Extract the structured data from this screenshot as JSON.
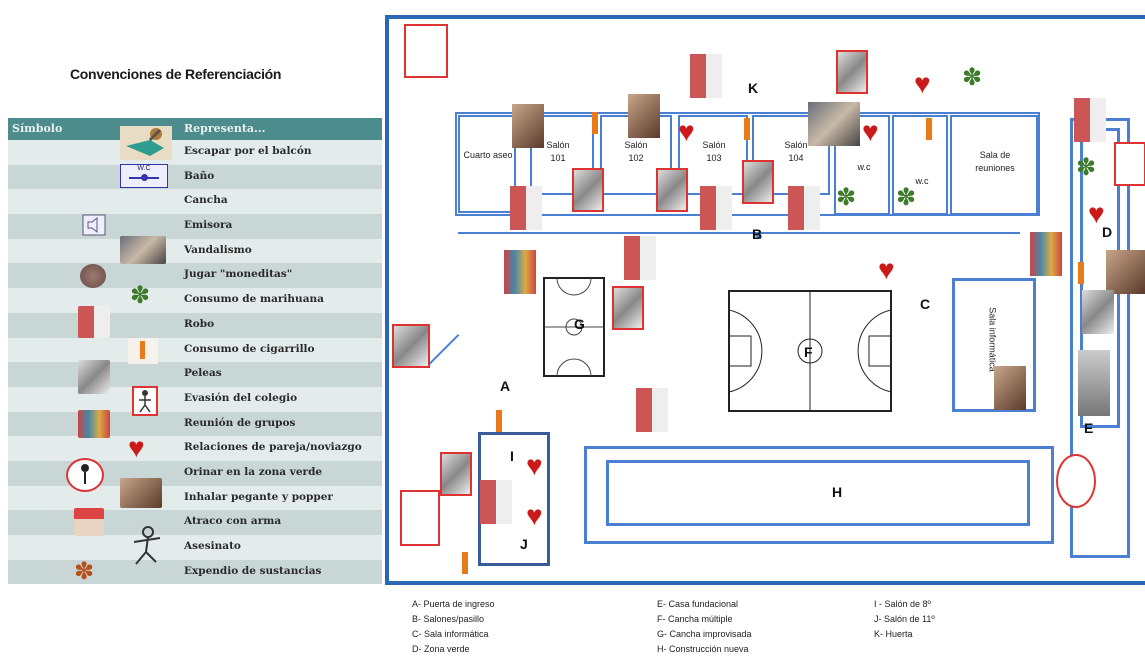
{
  "legend": {
    "title": "Convenciones de Referenciación",
    "header_symbol": "Símbolo",
    "header_represents": "Representa...",
    "icon_text": "W.C",
    "rows": [
      {
        "label": "Escapar por el balcón",
        "icon": "escape-figure-icon"
      },
      {
        "label": "Baño",
        "icon": "bathroom-sign-icon"
      },
      {
        "label": "Cancha",
        "icon": "court-icon"
      },
      {
        "label": "Emisora",
        "icon": "speaker-icon"
      },
      {
        "label": "Vandalismo",
        "icon": "vandalism-photo-icon"
      },
      {
        "label": "Jugar \"moneditas\"",
        "icon": "coin-icon"
      },
      {
        "label": "Consumo de marihuana",
        "icon": "marijuana-leaf-icon"
      },
      {
        "label": "Robo",
        "icon": "robbery-figures-icon"
      },
      {
        "label": "Consumo de cigarrillo",
        "icon": "cigarette-icon"
      },
      {
        "label": "Peleas",
        "icon": "fight-cloud-icon"
      },
      {
        "label": "Evasión del colegio",
        "icon": "evasion-figure-icon"
      },
      {
        "label": "Reunión de grupos",
        "icon": "group-meeting-icon"
      },
      {
        "label": "Relaciones de pareja/noviazgo",
        "icon": "heart-icon"
      },
      {
        "label": "Orinar  en la zona verde",
        "icon": "urinate-figure-icon"
      },
      {
        "label": "Inhalar pegante y popper",
        "icon": "inhalant-photo-icon"
      },
      {
        "label": "Atraco con arma",
        "icon": "armed-robbery-icon"
      },
      {
        "label": "Asesinato",
        "icon": "murder-figure-icon"
      },
      {
        "label": "Expendio de sustancias",
        "icon": "drug-dealing-icon"
      }
    ]
  },
  "map": {
    "rooms": {
      "cuarto_aseo": "Cuarto aseo",
      "salon_101": "Salón 101",
      "salon_102": "Salón 102",
      "salon_103": "Salón 103",
      "salon_104": "Salón 104",
      "wc_1": "w.c",
      "wc_2": "w.c",
      "sala_reuniones": "Sala de reuniones",
      "sala_informatica": "Sala informática"
    },
    "zones": {
      "A": "A",
      "B": "B",
      "C": "C",
      "D": "D",
      "E": "E",
      "F": "F",
      "G": "G",
      "H": "H",
      "I": "I",
      "J": "J",
      "K": "K"
    }
  },
  "footnotes": {
    "col1": [
      "A- Puerta de ingreso",
      "B- Salones/pasillo",
      "C- Sala informática",
      "D- Zona verde"
    ],
    "col2": [
      "E- Casa fundacional",
      "F- Cancha múltiple",
      "G- Cancha improvisada",
      "H- Construcción nueva"
    ],
    "col3": [
      "I - Salón de 8º",
      "J- Salón de 11º",
      "K- Huerta"
    ]
  },
  "colors": {
    "frame": "#2b67b8",
    "legend_header": "#4d8c8c",
    "heart": "#cc1a1a",
    "wall": "#4a7fd1"
  }
}
